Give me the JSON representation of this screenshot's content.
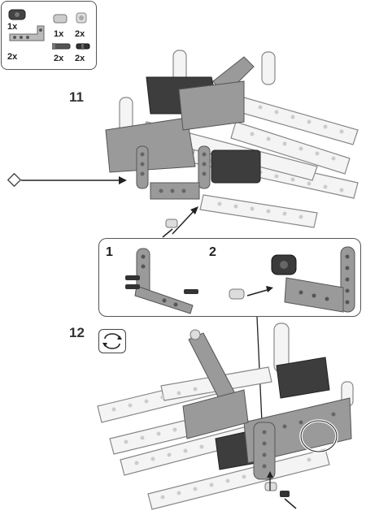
{
  "parts_list": {
    "items": [
      {
        "qty": "1x",
        "part": "dark-bush-block"
      },
      {
        "qty": "2x",
        "part": "l-shaped-beam"
      },
      {
        "qty": "1x",
        "part": "axle-connector"
      },
      {
        "qty": "2x",
        "part": "pin-bush"
      },
      {
        "qty": "2x",
        "part": "long-pin-with-axle"
      },
      {
        "qty": "2x",
        "part": "friction-pin"
      }
    ]
  },
  "steps": {
    "step_a": "11",
    "step_b": "12"
  },
  "subassembly": {
    "sub_1": "1",
    "sub_2": "2"
  },
  "icons": {
    "rotate": "rotate-model-icon",
    "diamond": "diamond-marker-icon"
  },
  "colors": {
    "beam_white": "#f2f2f2",
    "beam_gray": "#8a8a8a",
    "dark_part": "#3a3a3a",
    "outline": "#555555"
  }
}
